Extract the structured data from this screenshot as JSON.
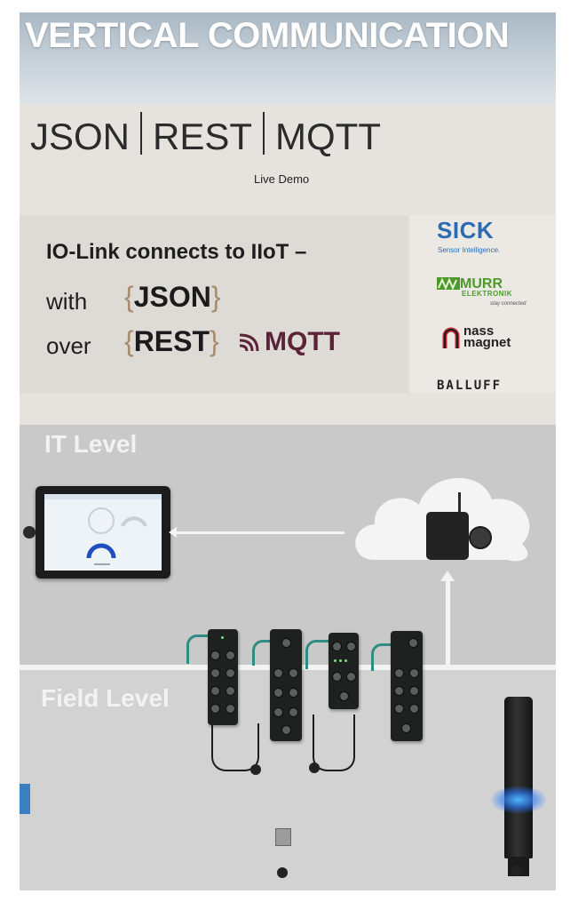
{
  "header": {
    "title": "VERTICAL COMMUNICATION"
  },
  "board": {
    "title_parts": [
      "JSON",
      "REST",
      "MQTT"
    ],
    "subtitle": "Live Demo",
    "message": {
      "heading": "IO-Link connects to IIoT –",
      "line1_prefix": "with",
      "line1_tag": "JSON",
      "line2_prefix": "over",
      "line2_tag": "REST",
      "line2_extra": "MQTT"
    },
    "brace_open": "{",
    "brace_close": "}"
  },
  "partners": {
    "sick": {
      "name": "SICK",
      "tagline": "Sensor Intelligence."
    },
    "murr": {
      "name": "MURR",
      "sub": "ELEKTRONIK",
      "tagline": "stay connected"
    },
    "nass": {
      "line1": "nass",
      "line2": "magnet"
    },
    "balluff": {
      "name": "BALLUFF"
    }
  },
  "levels": {
    "it": "IT Level",
    "field": "Field Level"
  },
  "colors": {
    "header_bg": "#a9b8c4",
    "board_bg": "#e6e3df",
    "it_bg": "#c9c9c9",
    "field_bg": "#d2d2d2",
    "mqtt": "#5a2338",
    "sick_blue": "#2b6cb0",
    "murr_green": "#4d9a2a",
    "cable_teal": "#2f8c84",
    "stack_light_blue": "#4fb3ff"
  },
  "icons": [
    "mqtt-signal-icon",
    "cloud-icon",
    "gauge-icon",
    "nass-magnet-icon"
  ]
}
